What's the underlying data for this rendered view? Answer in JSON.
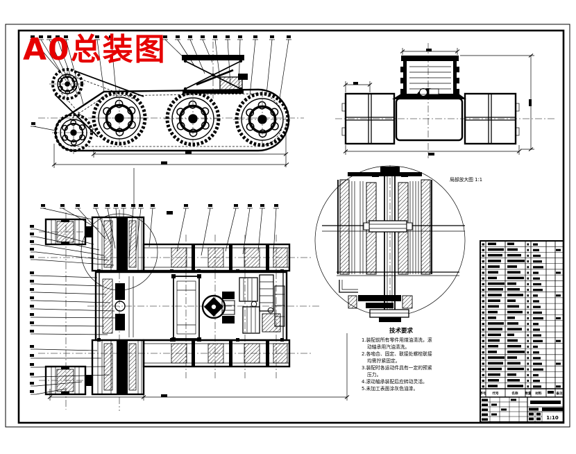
{
  "sheet": {
    "title": "A0总装图"
  },
  "detail_view": {
    "label": "局部放大图 1:1"
  },
  "technical_requirements": {
    "heading": "技术要求",
    "lines": [
      "1.装配前所有零件用煤油清洗，滚",
      "动轴承用汽油清洗。",
      "2.各啮合、固定、联接处螺栓联接",
      "均需拧紧固定。",
      "3.装配时各运动件具有一定的预紧",
      "压力。",
      "4.滚动轴承装配后应转动灵活。",
      "5.未加工表面涂灰色油漆。"
    ]
  },
  "parts_table": {
    "headers": [
      "序号",
      "代号",
      "名称",
      "数量",
      "材料",
      "备注"
    ]
  },
  "title_block": {
    "scale_value": "1:10"
  },
  "colors": {
    "title_red": "#e60000",
    "ink": "#000000",
    "paper": "#ffffff"
  }
}
